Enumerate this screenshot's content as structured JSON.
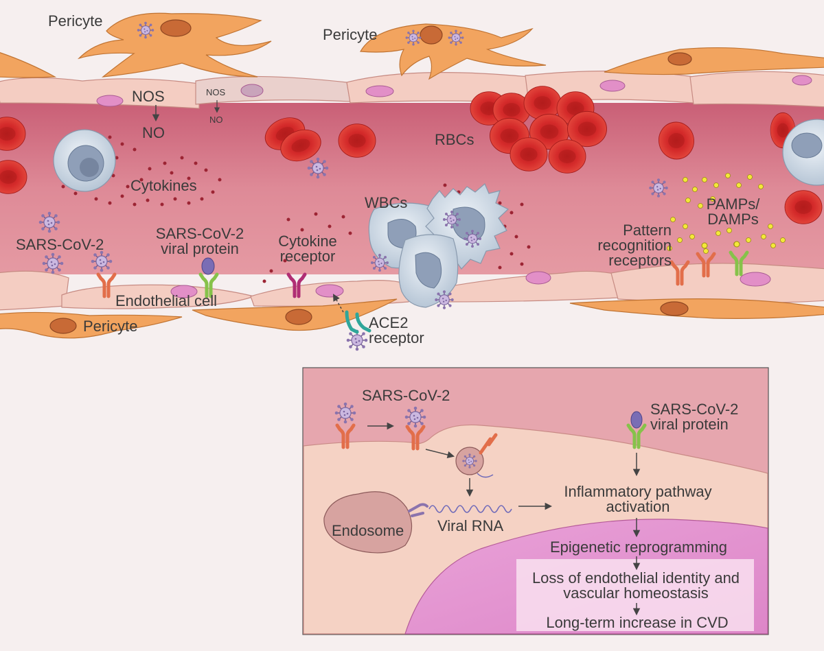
{
  "vessel": {
    "pericyte_top_left": "Pericyte",
    "pericyte_top_mid": "Pericyte",
    "pericyte_bottom": "Pericyte",
    "nos_large": "NOS",
    "no_large": "NO",
    "nos_small": "NOS",
    "no_small": "NO",
    "rbcs": "RBCs",
    "cytokines": "Cytokines",
    "wbcs": "WBCs",
    "sars_cov_2": "SARS-CoV-2",
    "viral_protein_line1": "SARS-CoV-2",
    "viral_protein_line2": "viral protein",
    "cytokine_receptor_line1": "Cytokine",
    "cytokine_receptor_line2": "receptor",
    "endothelial_cell": "Endothelial cell",
    "ace2_line1": "ACE2",
    "ace2_line2": "receptor",
    "prr_line1": "Pattern",
    "prr_line2": "recognition",
    "prr_line3": "receptors",
    "pamps_line1": "PAMPs/",
    "pamps_line2": "DAMPs"
  },
  "inset": {
    "sars_cov_2": "SARS-CoV-2",
    "viral_protein_line1": "SARS-CoV-2",
    "viral_protein_line2": "viral protein",
    "endosome": "Endosome",
    "viral_rna": "Viral RNA",
    "inflammatory_line1": "Inflammatory pathway",
    "inflammatory_line2": "activation",
    "epigenetic": "Epigenetic reprogramming",
    "loss_line1": "Loss of endothelial identity and",
    "loss_line2": "vascular homeostasis",
    "cvd": "Long-term increase in CVD"
  },
  "colors": {
    "page_bg": "#f6efef",
    "lumen": "#d9808f",
    "endothelium": "#f6cfc3",
    "pericyte": "#f0a85e",
    "rbc": "#d42a2a",
    "wbc": "#c9d4e0",
    "nucleus": "#dc8fd0",
    "inset_top": "#e4a2ac",
    "inset_mid": "#f5d2c4",
    "inset_nucleus": "#e8a6d8",
    "text": "#333333"
  }
}
